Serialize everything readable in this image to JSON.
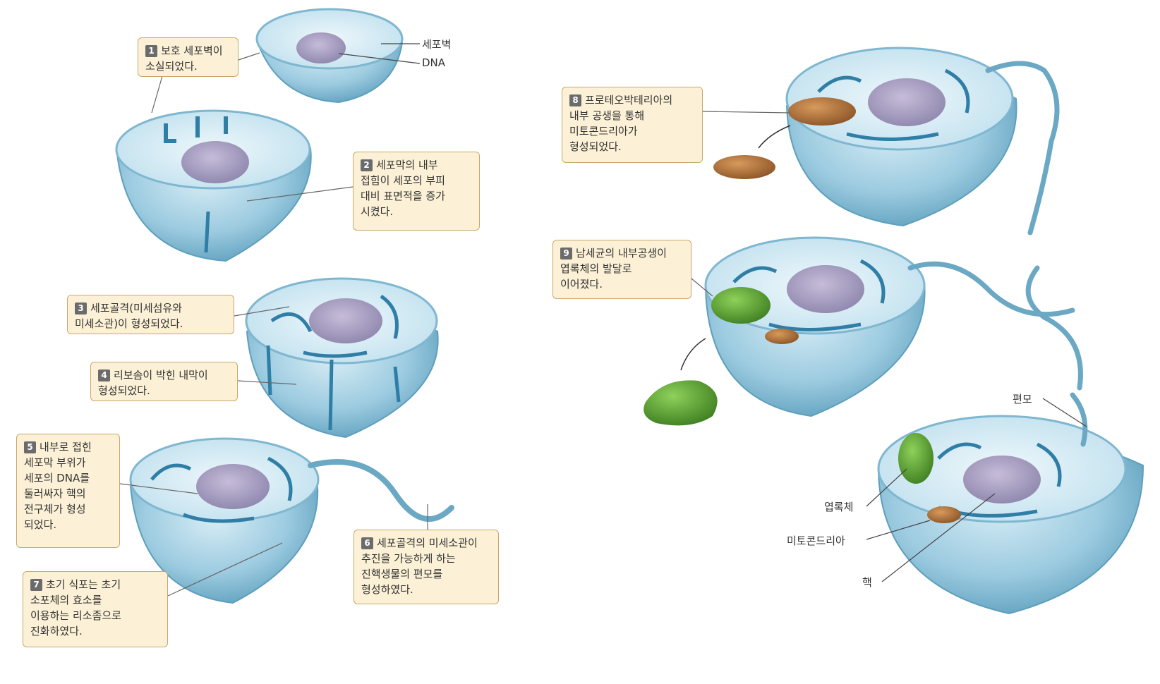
{
  "steps": [
    {
      "num": "1",
      "text": "보호 세포벽이\n소실되었다."
    },
    {
      "num": "2",
      "text": "세포막의 내부\n접힘이 세포의 부피\n대비 표면적을 증가\n시켰다."
    },
    {
      "num": "3",
      "text": "세포골격(미세섬유와\n미세소관)이 형성되었다."
    },
    {
      "num": "4",
      "text": "리보솜이 박힌 내막이\n형성되었다."
    },
    {
      "num": "5",
      "text": "내부로 접힌\n세포막 부위가\n세포의 DNA를\n둘러싸자 핵의\n전구체가 형성\n되었다."
    },
    {
      "num": "6",
      "text": "세포골격의 미세소관이\n추진을 가능하게 하는\n진핵생물의 편모를\n형성하였다."
    },
    {
      "num": "7",
      "text": "초기 식포는 초기\n소포체의 효소를\n이용하는 리소좀으로\n진화하였다."
    },
    {
      "num": "8",
      "text": "프로테오박테리아의\n내부 공생을 통해\n미토콘드리아가\n형성되었다."
    },
    {
      "num": "9",
      "text": "남세균의 내부공생이\n엽록체의 발달로\n이어졌다."
    }
  ],
  "labels": {
    "cell_wall": "세포벽",
    "dna": "DNA",
    "flagellum": "편모",
    "chloroplast": "엽록체",
    "mitochondria": "미토콘드리아",
    "nucleus": "핵"
  },
  "colors": {
    "cell": "#8fc3da",
    "cell_dark": "#5e9fbd",
    "er": "#2f7ea6",
    "nucleus": "#8a7fa8",
    "mitochondrion": "#b57a44",
    "chloroplast": "#5aa032",
    "callout_bg": "#fcf1d6",
    "callout_border": "#c8a86a"
  }
}
